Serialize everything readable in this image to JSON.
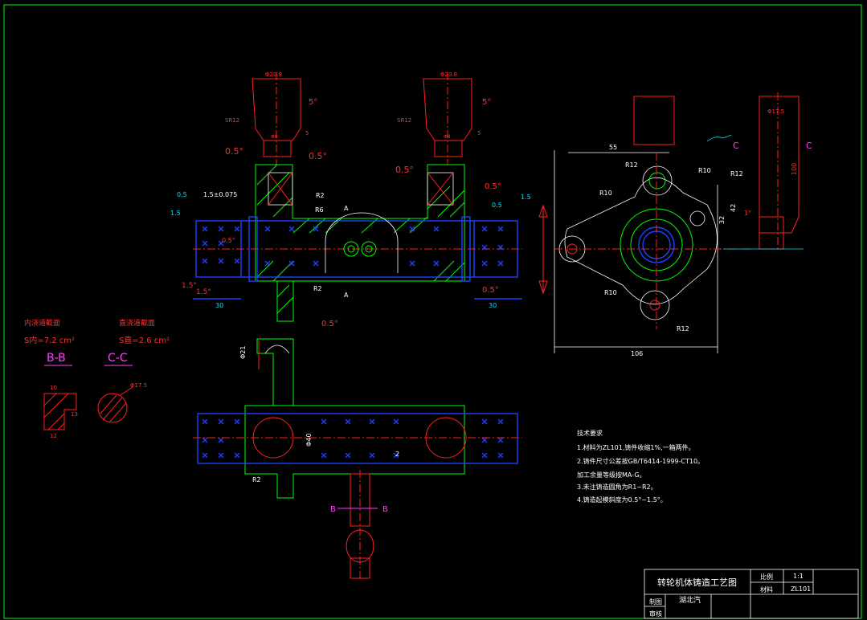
{
  "colors": {
    "background": "#000000",
    "outline": "#00ff00",
    "dimension": "#ff2020",
    "hidden": "#2040ff",
    "text": "#ffffff",
    "section": "#ff40ff"
  },
  "top_view": {
    "dims_top": [
      "Φ20.8",
      "Φ20.8"
    ],
    "angles": [
      "5°",
      "5°",
      "0.5°",
      "0.5°",
      "0.5°",
      "0.5°",
      "0.5°",
      "0.5°",
      "0.5°",
      "1.5°",
      "1.5°"
    ],
    "sr_labels": [
      "SR12",
      "SR12"
    ],
    "phi8": [
      "Φ8",
      "Φ8"
    ],
    "radius_labels": [
      "R2",
      "R6",
      "R2"
    ],
    "tolerance": "1.5±0.075",
    "small_dims": [
      "0.5",
      "1.5",
      "1.5",
      "0.5",
      "30",
      "30",
      "5",
      "5"
    ],
    "section_marks": [
      "A",
      "A"
    ]
  },
  "right_view": {
    "dim_55": "55",
    "dim_106": "106",
    "dim_42": "42",
    "dim_32": "32",
    "radii": [
      "R12",
      "R10",
      "R12",
      "R10",
      "R10",
      "R12"
    ],
    "angle_1": "1°"
  },
  "side_part": {
    "phi": "Φ17.5",
    "dim": "100",
    "section_c": [
      "C",
      "C"
    ]
  },
  "sections": {
    "bb_area": "内浇道截面",
    "bb_value": "S内=7.2 cm²",
    "cc_area": "直浇道截面",
    "cc_value": "S直=2.6 cm²",
    "bb_title": "B-B",
    "cc_title": "C-C",
    "bb_dims": [
      "10",
      "12",
      "13"
    ],
    "cc_dim": "Φ17.5"
  },
  "bottom_view": {
    "phi21": "Φ21",
    "phi40": "Φ40",
    "r2": "R2",
    "num2": "2",
    "section_b": [
      "B",
      "B"
    ]
  },
  "notes": {
    "title": "技术要求",
    "items": [
      "1.材料为ZL101,铸件收缩1%,一箱两件。",
      "2.铸件尺寸公差按GB/T6414-1999-CT10。",
      "  加工余量等级按MA-G。",
      "3.未注铸造圆角为R1~R2。",
      "4.铸造起模斜度为0.5°~1.5°。"
    ]
  },
  "title_block": {
    "drawing_title": "转轮机体铸造工艺图",
    "scale_label": "比例",
    "scale_value": "1:1",
    "material_label": "材料",
    "material_value": "ZL101",
    "row_design": "制图",
    "row_check": "审核",
    "school": "湖北汽"
  }
}
